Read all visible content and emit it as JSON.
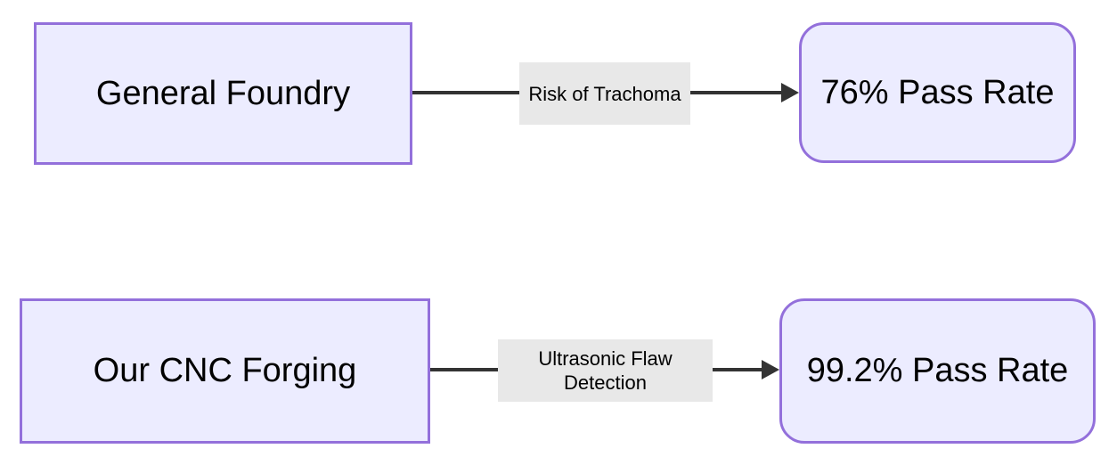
{
  "theme": {
    "background": "#ffffff",
    "node_fill": "#ececff",
    "node_border": "#9370db",
    "edge_color": "#333333",
    "edge_label_bg": "#e8e8e8",
    "text_color": "#000000"
  },
  "flowchart": {
    "rows": [
      {
        "source": "General Foundry",
        "edge_label_lines": [
          "Risk of Trachoma"
        ],
        "target": "76% Pass Rate"
      },
      {
        "source": "Our CNC Forging",
        "edge_label_lines": [
          "Ultrasonic Flaw",
          "Detection"
        ],
        "target": "99.2% Pass Rate"
      }
    ]
  }
}
